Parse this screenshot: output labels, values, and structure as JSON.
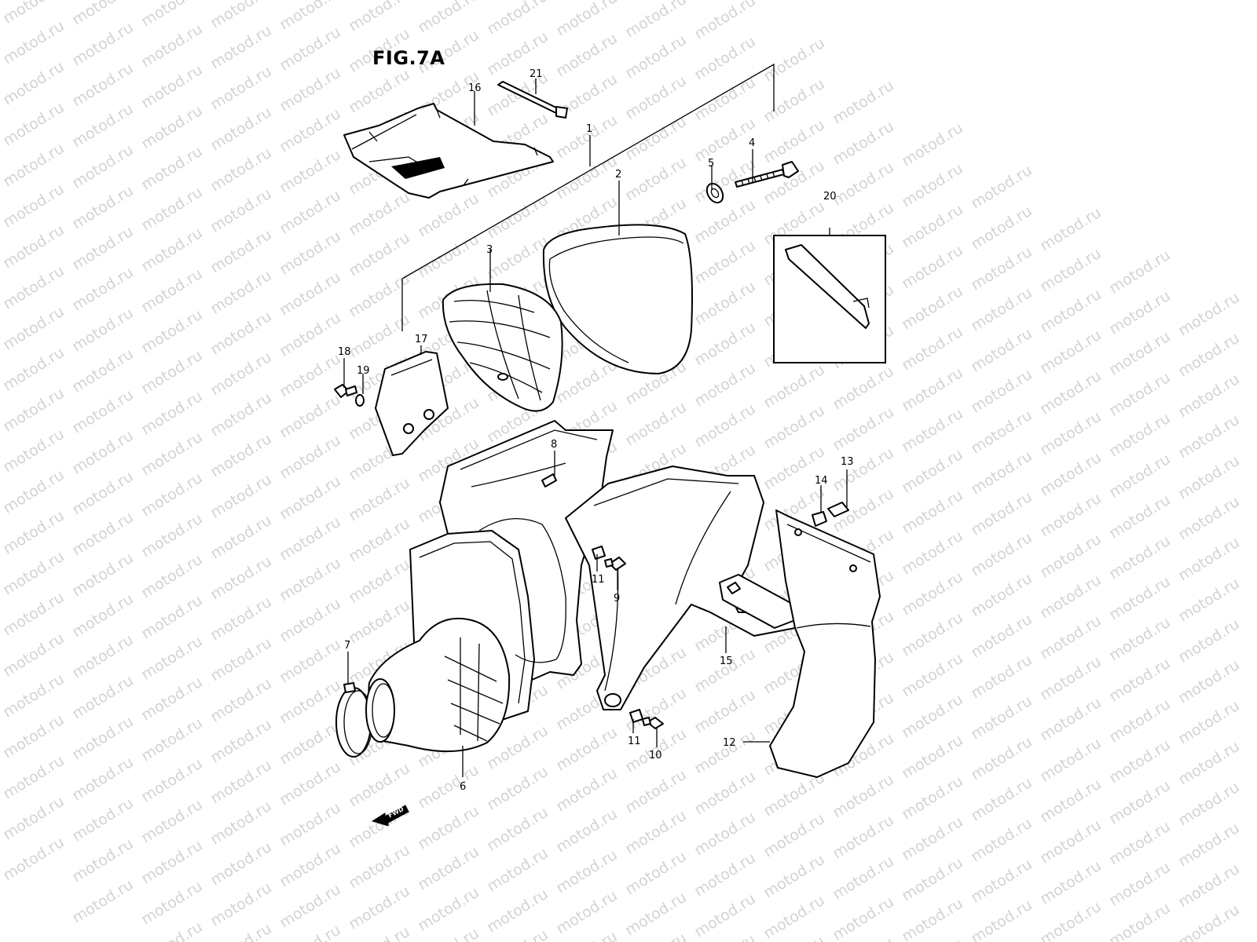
{
  "figure": {
    "title": "FIG.7A"
  },
  "watermark": {
    "text": "motod.ru"
  },
  "fwd_label": "FWD",
  "callouts": [
    {
      "id": "1",
      "label": "1"
    },
    {
      "id": "2",
      "label": "2"
    },
    {
      "id": "3",
      "label": "3"
    },
    {
      "id": "4",
      "label": "4"
    },
    {
      "id": "5",
      "label": "5"
    },
    {
      "id": "6",
      "label": "6"
    },
    {
      "id": "7",
      "label": "7"
    },
    {
      "id": "8",
      "label": "8"
    },
    {
      "id": "9",
      "label": "9"
    },
    {
      "id": "10",
      "label": "10"
    },
    {
      "id": "11a",
      "label": "11"
    },
    {
      "id": "11b",
      "label": "11"
    },
    {
      "id": "12",
      "label": "12"
    },
    {
      "id": "13",
      "label": "13"
    },
    {
      "id": "14",
      "label": "14"
    },
    {
      "id": "15",
      "label": "15"
    },
    {
      "id": "16",
      "label": "16"
    },
    {
      "id": "17",
      "label": "17"
    },
    {
      "id": "18",
      "label": "18"
    },
    {
      "id": "19",
      "label": "19"
    },
    {
      "id": "20",
      "label": "20"
    },
    {
      "id": "21",
      "label": "21"
    }
  ]
}
